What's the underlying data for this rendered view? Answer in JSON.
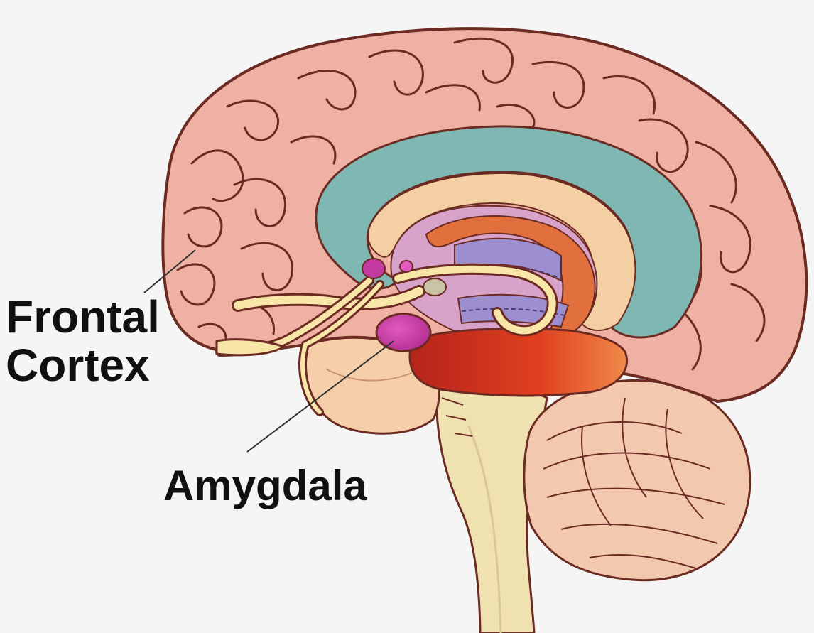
{
  "labels": {
    "frontal_cortex": {
      "line1": "Frontal",
      "line2": "Cortex"
    },
    "amygdala": "Amygdala"
  },
  "colors": {
    "background": "#f5f5f5",
    "cortex": "#efb1a3",
    "outline": "#6b2a22",
    "corpus_callosum": "#7fb8b2",
    "fornix_band": "#f4cfa3",
    "thalamus_lavender": "#d7a3c9",
    "blue_band": "#9d8fcf",
    "orange_ring": "#e2703e",
    "midbrain_red": "#d8341f",
    "amygdala_magenta": "#c43aa0",
    "fiber_cream": "#f7e6a8",
    "brainstem": "#efe1b0",
    "temporal_peach": "#f6cfaa",
    "cerebellum": "#f2c8ae",
    "leader_line": "#333333"
  }
}
